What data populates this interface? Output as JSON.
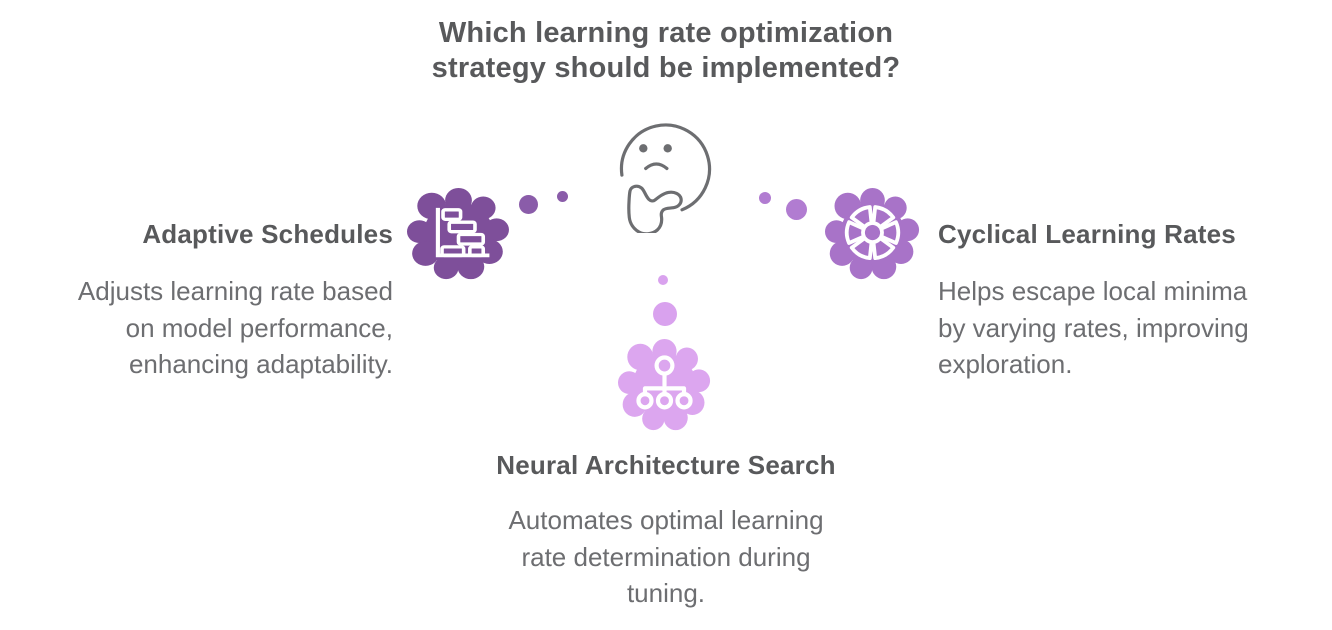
{
  "title": {
    "text": "Which learning rate optimization strategy should be implemented?",
    "lines": [
      "Which learning rate optimization",
      "strategy should be implemented?"
    ]
  },
  "center_icon": "thinking-face",
  "palette": {
    "heading": "#58595b",
    "body": "#6d6e71",
    "face": "#6d6e71",
    "background": "#ffffff"
  },
  "options": [
    {
      "label": "Adaptive Schedules",
      "description": "Adjusts learning rate based on model performance, enhancing adaptability.",
      "lines": [
        "Adjusts learning rate based",
        "on model performance,",
        "enhancing adaptability."
      ],
      "icon": "gantt-chart-icon",
      "blob_color": "#7e4f9a",
      "dot_color": "#8a5ca9",
      "position": "left"
    },
    {
      "label": "Cyclical Learning Rates",
      "description": "Helps escape local minima by varying rates, improving exploration.",
      "lines": [
        "Helps escape local minima",
        "by varying rates, improving",
        "exploration."
      ],
      "icon": "cycle-wheel-icon",
      "blob_color": "#a873c8",
      "dot_color": "#b17cd1",
      "position": "right"
    },
    {
      "label": "Neural Architecture Search",
      "description": "Automates optimal learning rate determination during tuning.",
      "lines": [
        "Automates optimal learning",
        "rate determination during",
        "tuning."
      ],
      "icon": "hierarchy-tree-icon",
      "blob_color": "#dca6ef",
      "dot_color": "#d9a2ee",
      "position": "bottom"
    }
  ]
}
